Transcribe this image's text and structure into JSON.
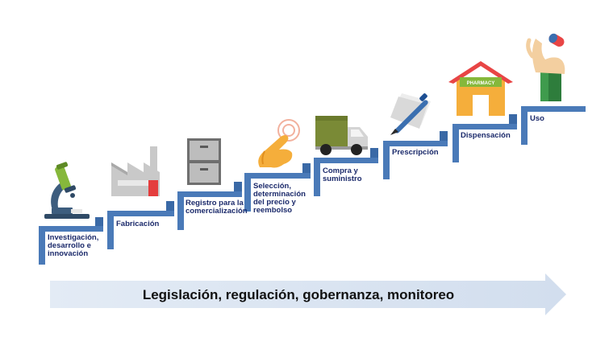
{
  "steps": [
    {
      "label": "Investigación, desarrollo e innovación",
      "icon": "microscope-icon"
    },
    {
      "label": "Fabricación",
      "icon": "factory-icon"
    },
    {
      "label": "Registro para la comercialización",
      "icon": "file-cabinet-icon"
    },
    {
      "label": "Selección, determinación del precio y reembolso",
      "icon": "pointing-hand-icon"
    },
    {
      "label": "Compra y suministro",
      "icon": "delivery-truck-icon"
    },
    {
      "label": "Prescripción",
      "icon": "prescription-pen-icon"
    },
    {
      "label": "Dispensación",
      "icon": "pharmacy-icon"
    },
    {
      "label": "Uso",
      "icon": "hand-holding-pill-icon"
    }
  ],
  "pharmacy_sign": "PHARMACY",
  "band": {
    "text": "Legislación, regulación, gobernanza, monitoreo"
  },
  "colors": {
    "step": "#4a7ab8",
    "step_shadow": "#2d5a97",
    "label": "#1b2a6b",
    "band": "#dce6f2"
  }
}
